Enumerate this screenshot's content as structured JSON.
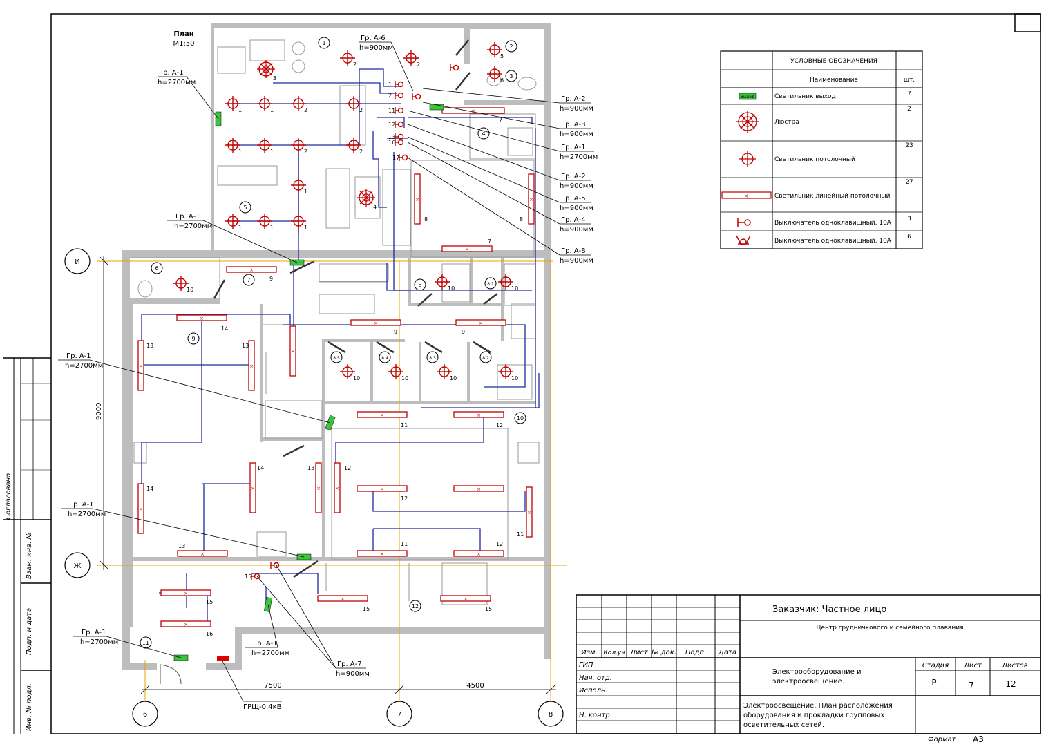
{
  "plan": {
    "title": "План",
    "scale": "М1:50"
  },
  "legend": {
    "header": "УСЛОВНЫЕ ОБОЗНАЧЕНИЯ",
    "col_name": "Наименование",
    "col_qty": "шт.",
    "rows": [
      {
        "icon": "exit-sign-icon",
        "name": "Светильник выход",
        "qty": "7",
        "badge": "Выход"
      },
      {
        "icon": "chandelier-icon",
        "name": "Люстра",
        "qty": "2"
      },
      {
        "icon": "ceiling-light-icon",
        "name": "Светильник потолочный",
        "qty": "23"
      },
      {
        "icon": "linear-light-icon",
        "name": "Светильник линейный потолочный",
        "qty": "27"
      },
      {
        "icon": "single-switch-icon",
        "name": "Выключатель одноклавишный, 10А",
        "qty": "3"
      },
      {
        "icon": "single-switch-wall-icon",
        "name": "Выключатель одноклавишный, 10А",
        "qty": "6"
      }
    ]
  },
  "callouts": [
    {
      "group": "Гр. А-1",
      "height": "h=2700мм"
    },
    {
      "group": "Гр. А-6",
      "height": "h=900мм"
    },
    {
      "group": "Гр. А-2",
      "height": "h=900мм"
    },
    {
      "group": "Гр. А-3",
      "height": "h=900мм"
    },
    {
      "group": "Гр. А-1",
      "height": "h=2700мм"
    },
    {
      "group": "Гр. А-2",
      "height": "h=900мм"
    },
    {
      "group": "Гр. А-5",
      "height": "h=900мм"
    },
    {
      "group": "Гр. А-4",
      "height": "h=900мм"
    },
    {
      "group": "Гр. А-8",
      "height": "h=900мм"
    },
    {
      "group": "Гр. А-1",
      "height": "h=2700мм"
    },
    {
      "group": "Гр. А-1",
      "height": "h=2700мм"
    },
    {
      "group": "Гр. А-1",
      "height": "h=2700мм"
    },
    {
      "group": "Гр. А-1",
      "height": "h=2700мм"
    },
    {
      "group": "Гр. А-1",
      "height": "h=2700мм"
    },
    {
      "group": "Гр. А-7",
      "height": "h=900мм"
    }
  ],
  "axes": {
    "row_i": "И",
    "row_h": "Ж",
    "col_6": "6",
    "col_7": "7",
    "col_8": "8"
  },
  "dimensions": {
    "d1": "9000",
    "d2": "7500",
    "d3": "4500"
  },
  "panel": "ГРЩ-0.4кВ",
  "rooms": [
    "1",
    "2",
    "3",
    "4",
    "5",
    "6",
    "7",
    "8",
    "8.1",
    "8.2",
    "8.3",
    "8.4",
    "8.5",
    "9",
    "10",
    "11",
    "12"
  ],
  "side_stamp": {
    "agreed": "Согласовано",
    "inv_swap": "Взам. инв. №",
    "sign_date": "Подп. и дата",
    "inv_orig": "Инв. № подл."
  },
  "title_block": {
    "customer": "Заказчик: Частное лицо",
    "project": "Центр грудничкового и семейного плавания",
    "col_headers": [
      "Изм.",
      "Кол.уч",
      "Лист",
      "№ док.",
      "Подп.",
      "Дата"
    ],
    "roles": [
      "ГИП",
      "Нач. отд.",
      "Исполн.",
      "",
      "Н. контр."
    ],
    "section": "Электрооборудование и электроосвещение.",
    "sheet_title": "Электроосвещение. План расположения оборудования и прокладки групповых осветительных сетей.",
    "stage_label": "Стадия",
    "sheet_label": "Лист",
    "sheets_label": "Листов",
    "stage": "Р",
    "sheet": "7",
    "sheets": "12",
    "format_label": "Формат",
    "format": "А3"
  },
  "colors": {
    "wall": "#bdbdbd",
    "fixture": "#c00000",
    "wiring": "#1f2aa0",
    "axis": "#e8a000",
    "exit": "#3cc43c"
  }
}
